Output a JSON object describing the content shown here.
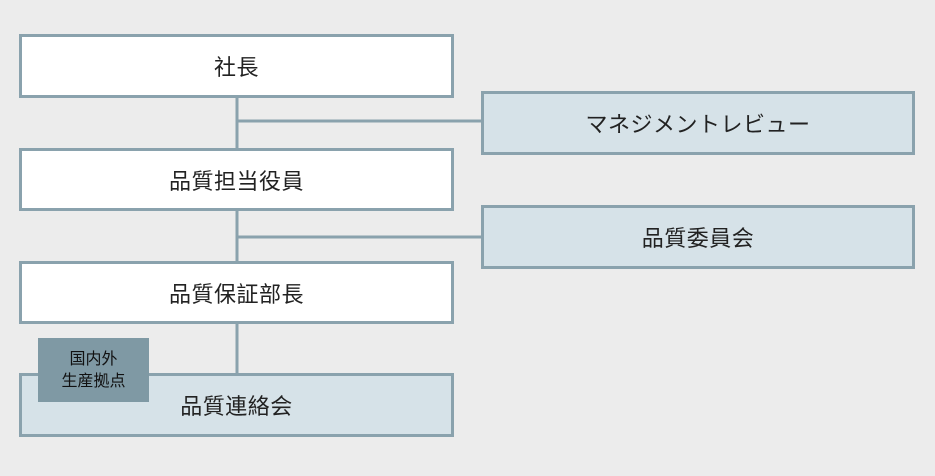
{
  "diagram": {
    "boxes": {
      "president": {
        "label": "社長"
      },
      "management_review": {
        "label": "マネジメントレビュー"
      },
      "quality_officer": {
        "label": "品質担当役員"
      },
      "quality_committee": {
        "label": "品質委員会"
      },
      "quality_assurance_manager": {
        "label": "品質保証部長"
      },
      "quality_liaison_meeting": {
        "label": "品質連絡会"
      }
    },
    "tag": {
      "line1": "国内外",
      "line2": "生産拠点"
    }
  },
  "colors": {
    "background": "#ececec",
    "box_border": "#8aa2ad",
    "white_box": "#ffffff",
    "blue_box": "#d6e2e8",
    "tag_fill": "#7f99a4"
  }
}
